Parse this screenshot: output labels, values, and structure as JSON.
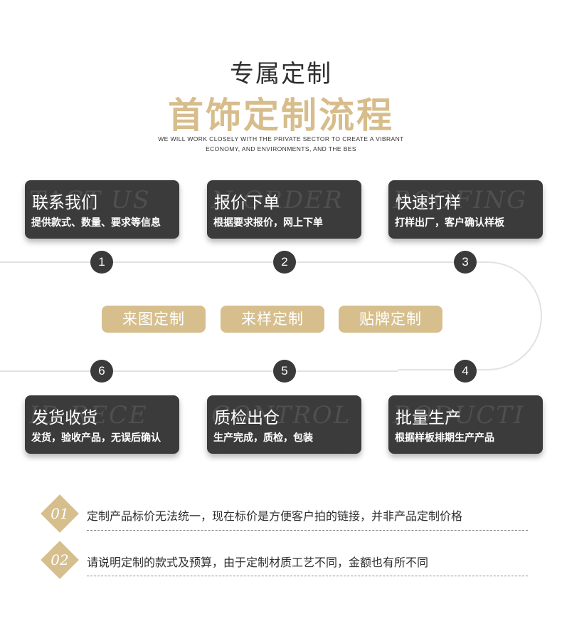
{
  "header": {
    "subtitle": "专属定制",
    "title": "首饰定制流程",
    "english_line1": "WE WILL WORK CLOSELY WITH THE PRIVATE SECTOR TO CREATE A VIBRANT",
    "english_line2": "ECONOMY, AND ENVIRONMENTS, AND THE BES"
  },
  "steps": [
    {
      "num": "1",
      "title": "联系我们",
      "desc": "提供款式、数量、要求等信息",
      "watermark": "TACT US"
    },
    {
      "num": "2",
      "title": "报价下单",
      "desc": "根据要求报价，网上下单",
      "watermark": "N ORDER"
    },
    {
      "num": "3",
      "title": "快速打样",
      "desc": "打样出厂，客户确认样板",
      "watermark": "ROOFING"
    },
    {
      "num": "4",
      "title": "批量生产",
      "desc": "根据样板排期生产产品",
      "watermark": "RODUCTI"
    },
    {
      "num": "5",
      "title": "质检出仓",
      "desc": "生产完成，质检，包装",
      "watermark": "CONTROL"
    },
    {
      "num": "6",
      "title": "发货收货",
      "desc": "发货，验收产品，无误后确认",
      "watermark": "ID RECE"
    }
  ],
  "tags": [
    "来图定制",
    "来样定制",
    "贴牌定制"
  ],
  "notes": [
    {
      "num": "01",
      "text": "定制产品标价无法统一，现在标价是方便客户拍的链接，并非产品定制价格"
    },
    {
      "num": "02",
      "text": "请说明定制的款式及预算，由于定制材质工艺不同，金额也有所不同"
    }
  ],
  "colors": {
    "gold": "#d6bf8d",
    "dark": "#3b3b3b",
    "line": "#e2e2e2"
  }
}
